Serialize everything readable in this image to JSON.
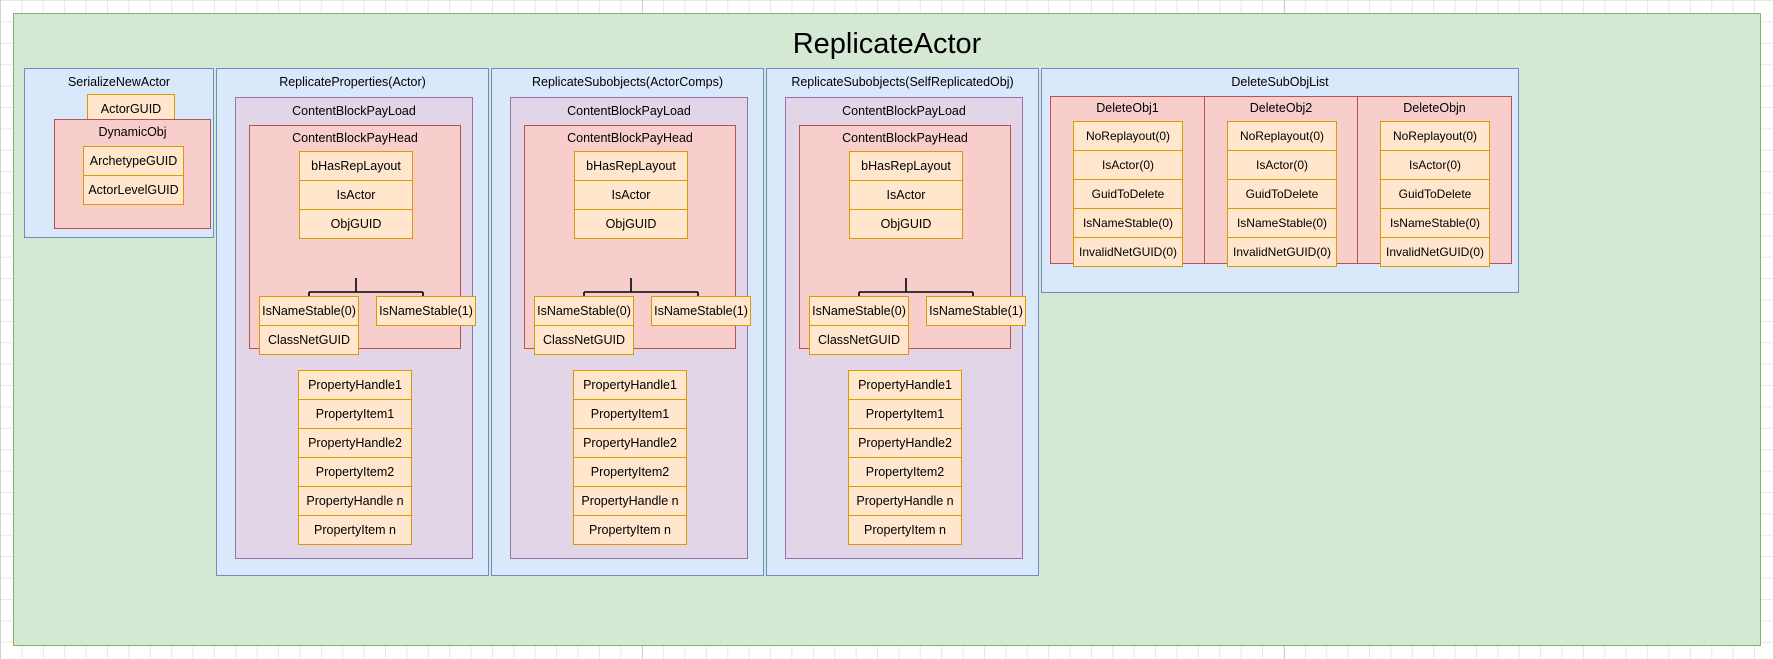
{
  "diagram": {
    "title": "ReplicateActor",
    "colors": {
      "green_fill": "#d5e8d4",
      "green_stroke": "#82b366",
      "blue_fill": "#dae8fc",
      "blue_stroke": "#6c8ebf",
      "purple_fill": "#e1d5e7",
      "purple_stroke": "#9673a6",
      "pink_fill": "#f8cecc",
      "pink_stroke": "#b85450",
      "orange_fill": "#ffe6cc",
      "orange_stroke": "#d79b00"
    },
    "serialize": {
      "title": "SerializeNewActor",
      "actor_guid": "ActorGUID",
      "dynamic_obj": {
        "title": "DynamicObj",
        "items": [
          "ArchetypeGUID",
          "ActorLevelGUID"
        ]
      }
    },
    "replicate_columns": [
      {
        "title": "ReplicateProperties(Actor)",
        "payload_title": "ContentBlockPayLoad",
        "payhead_title": "ContentBlockPayHead",
        "head_items": [
          "bHasRepLayout",
          "IsActor",
          "ObjGUID"
        ],
        "branch_left": [
          "IsNameStable(0)",
          "ClassNetGUID"
        ],
        "branch_right": [
          "IsNameStable(1)"
        ],
        "properties": [
          "PropertyHandle1",
          "PropertyItem1",
          "PropertyHandle2",
          "PropertyItem2",
          "PropertyHandle n",
          "PropertyItem n"
        ]
      },
      {
        "title": "ReplicateSubobjects(ActorComps)",
        "payload_title": "ContentBlockPayLoad",
        "payhead_title": "ContentBlockPayHead",
        "head_items": [
          "bHasRepLayout",
          "IsActor",
          "ObjGUID"
        ],
        "branch_left": [
          "IsNameStable(0)",
          "ClassNetGUID"
        ],
        "branch_right": [
          "IsNameStable(1)"
        ],
        "properties": [
          "PropertyHandle1",
          "PropertyItem1",
          "PropertyHandle2",
          "PropertyItem2",
          "PropertyHandle n",
          "PropertyItem n"
        ]
      },
      {
        "title": "ReplicateSubobjects(SelfReplicatedObj)",
        "payload_title": "ContentBlockPayLoad",
        "payhead_title": "ContentBlockPayHead",
        "head_items": [
          "bHasRepLayout",
          "IsActor",
          "ObjGUID"
        ],
        "branch_left": [
          "IsNameStable(0)",
          "ClassNetGUID"
        ],
        "branch_right": [
          "IsNameStable(1)"
        ],
        "properties": [
          "PropertyHandle1",
          "PropertyItem1",
          "PropertyHandle2",
          "PropertyItem2",
          "PropertyHandle n",
          "PropertyItem n"
        ]
      }
    ],
    "delete_sub_obj_list": {
      "title": "DeleteSubObjList",
      "objects": [
        {
          "title": "DeleteObj1",
          "items": [
            "NoReplayout(0)",
            "IsActor(0)",
            "GuidToDelete",
            "IsNameStable(0)",
            "InvalidNetGUID(0)"
          ]
        },
        {
          "title": "DeleteObj2",
          "items": [
            "NoReplayout(0)",
            "IsActor(0)",
            "GuidToDelete",
            "IsNameStable(0)",
            "InvalidNetGUID(0)"
          ]
        },
        {
          "title": "DeleteObjn",
          "items": [
            "NoReplayout(0)",
            "IsActor(0)",
            "GuidToDelete",
            "IsNameStable(0)",
            "InvalidNetGUID(0)"
          ]
        }
      ]
    }
  }
}
